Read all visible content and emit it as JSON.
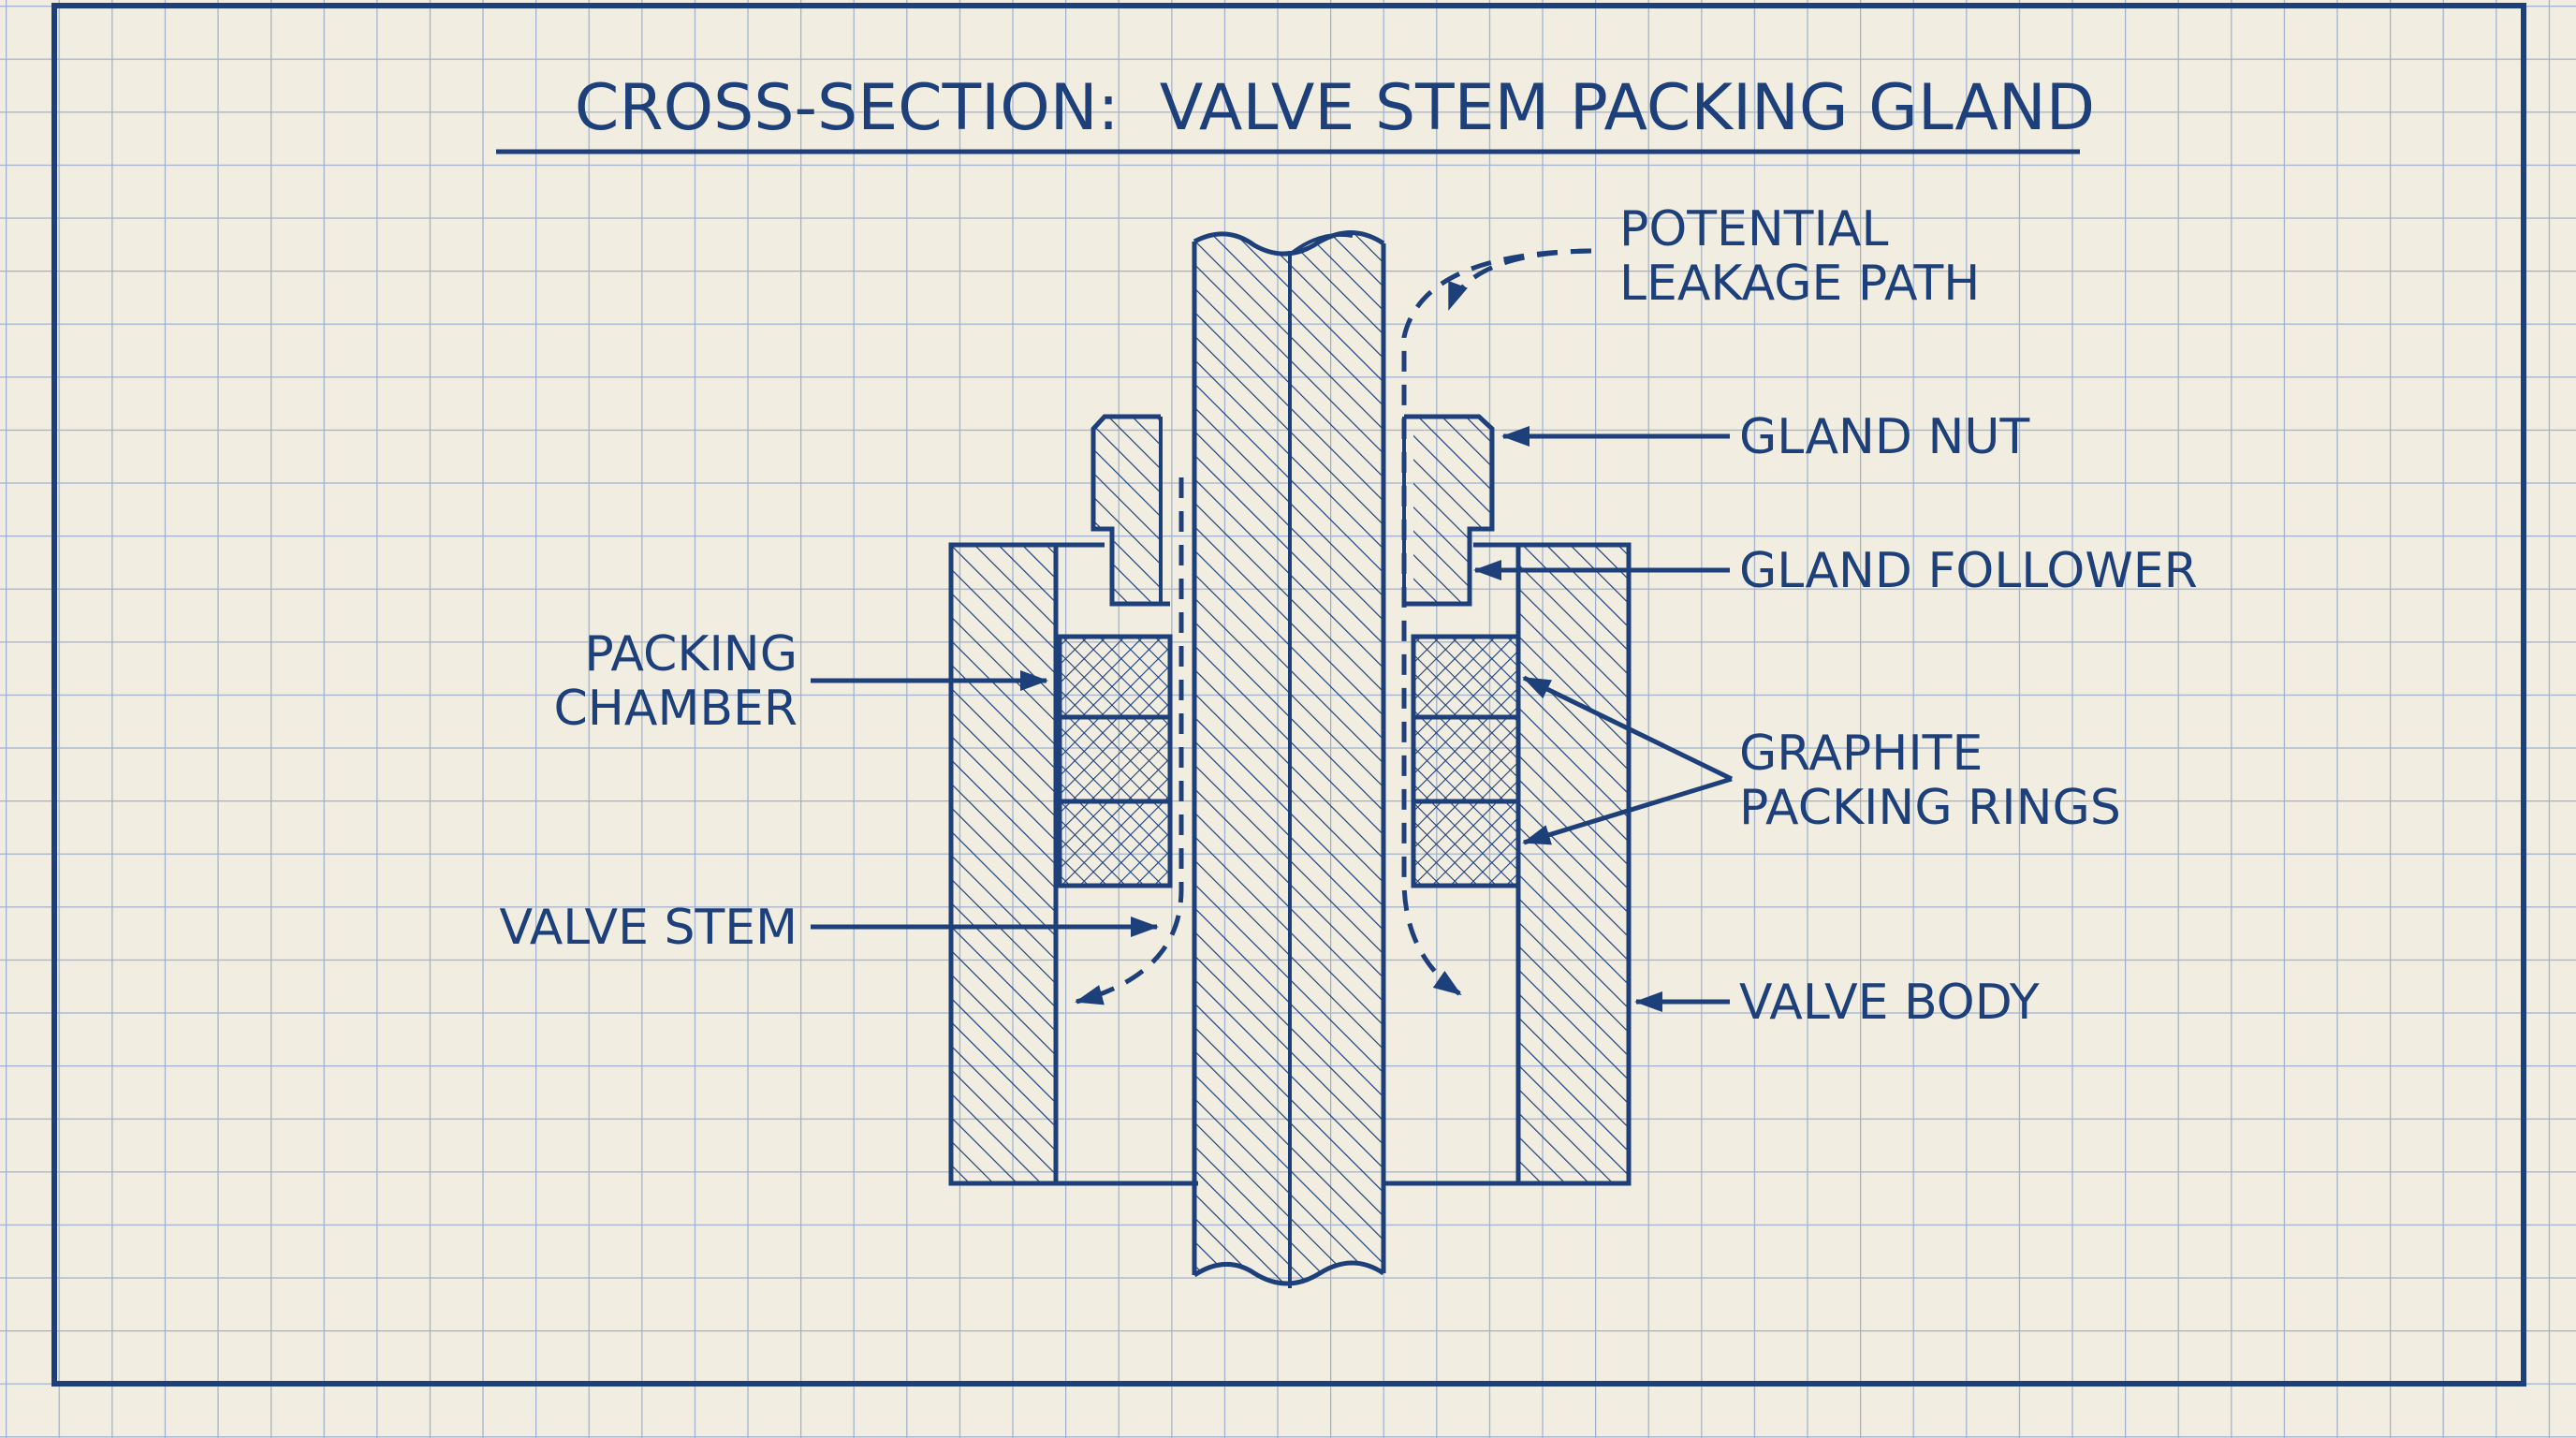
{
  "title": "CROSS-SECTION:  VALVE STEM PACKING GLAND",
  "labels": {
    "leakage_path": [
      "POTENTIAL",
      "LEAKAGE PATH"
    ],
    "gland_nut": "GLAND NUT",
    "gland_follower": "GLAND FOLLOWER",
    "packing_chamber": [
      "PACKING",
      "CHAMBER"
    ],
    "graphite_rings": [
      "GRAPHITE",
      "PACKING RINGS"
    ],
    "valve_stem": "VALVE STEM",
    "valve_body": "VALVE BODY"
  },
  "colors": {
    "ink": "#1d3f7a",
    "paper": "#f1ede1",
    "grid": "#9fb1cf"
  }
}
